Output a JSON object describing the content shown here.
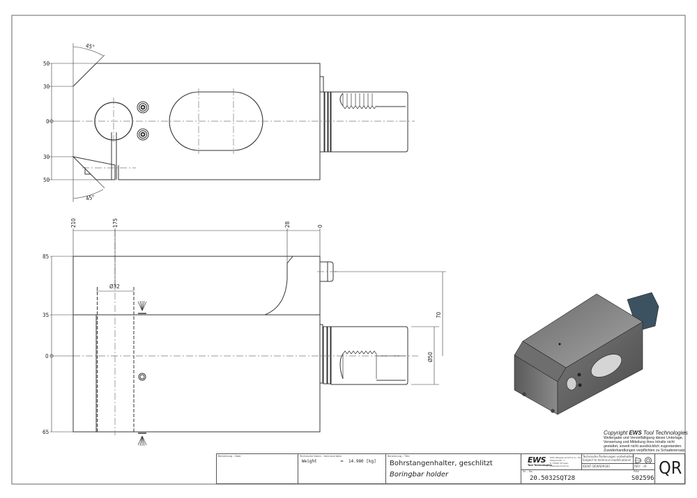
{
  "drawing": {
    "top_view": {
      "dims_left": [
        "50",
        "30",
        "0",
        "30",
        "50"
      ],
      "angle_top": "45°",
      "angle_bottom": "45°"
    },
    "side_view": {
      "dims_top": [
        "210",
        "175",
        "28",
        "0"
      ],
      "dims_left": [
        "85",
        "35",
        "0",
        "65"
      ],
      "bore_diameter": "Ø32",
      "shank_diameter": "Ø50",
      "center_height": "70"
    }
  },
  "copyright": {
    "prefix": "Copyright ",
    "brand": "EWS",
    "suffix": " Tool Technologies",
    "lines": [
      "Weitergabe und Vervielfältigung dieser Unterlage,",
      "Verwertung und Mitteilung ihres Inhalts nicht",
      "gestattet, soweit nicht ausdrücklich zugestanden.",
      "Zuwiderhandlungen verpflichten zu Schadenersatz."
    ]
  },
  "title_block": {
    "note_label": "Bemerkung – Note",
    "tech_label": "Technische Daten – technical data",
    "weight_label": "Weight",
    "weight_eq": "=",
    "weight_value": "14.980 [kg]",
    "title_label": "Benennung – Title",
    "title_de": "Bohrstangenhalter, geschlitzt",
    "title_en": "Boringbar holder",
    "logo": "EWS",
    "logo_sub": "Tool Technologies",
    "company_lines": [
      "EWS Weigele GmbH & Co. KG",
      "Maybachstr. 1",
      "D-73066 Uhingen",
      "www.ews-tools.de"
    ],
    "changes_de": "Technische Änderungen vorbehalten!",
    "changes_en": "Subject to technical modifications!",
    "ident_label": "IDENT:",
    "ident_value": "DEWS09183",
    "rev_label": "REV:",
    "rev_value": "-/A",
    "number_label": "Nr. – No.",
    "part_number": "20.5032SQT28",
    "pm_label": "PM#",
    "pm_value": "S02596",
    "qr": "QR"
  },
  "colors": {
    "line": "#333333",
    "center_line": "#777777",
    "frame": "#666666"
  }
}
